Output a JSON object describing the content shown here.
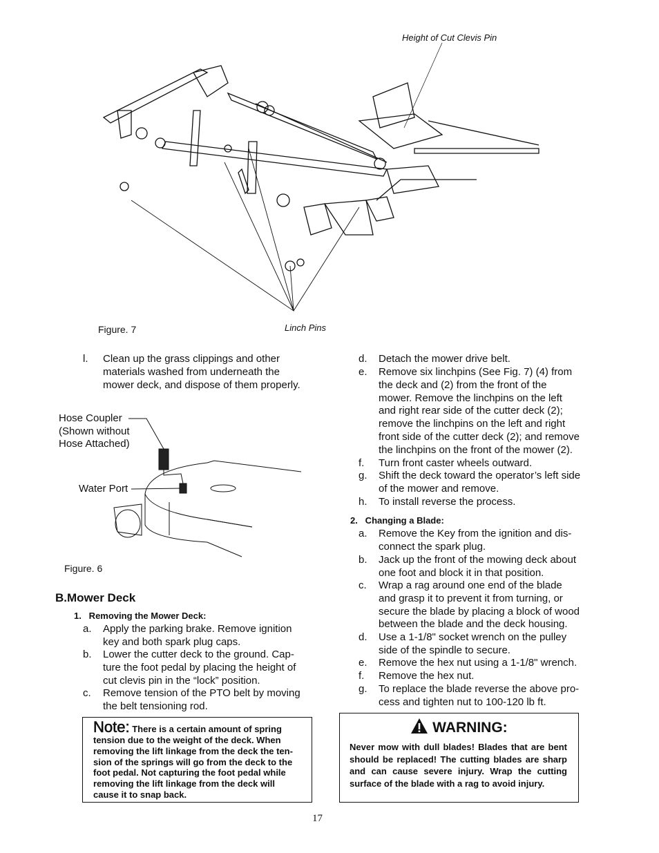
{
  "figure7": {
    "caption": "Figure. 7",
    "label_clevis": "Height of Cut Clevis Pin",
    "label_linch": "Linch Pins"
  },
  "figure6": {
    "caption": "Figure. 6",
    "label_coupler": "Hose Coupler\n(Shown without\nHose Attached)",
    "label_port": "Water Port"
  },
  "left_top_item": {
    "letter": "l.",
    "text": "Clean up the grass clippings and other\nmaterials washed from underneath the\nmower deck, and dispose of them properly."
  },
  "section_b": {
    "heading": "B.Mower Deck",
    "sub1": "1.   Removing the Mower Deck:",
    "items1": [
      {
        "letter": "a.",
        "text": "Apply the parking brake. Remove ignition\nkey and both spark plug caps."
      },
      {
        "letter": "b.",
        "text": "Lower the cutter deck to the ground. Cap-\nture the foot pedal by placing the height of\ncut clevis pin in the “lock” position."
      },
      {
        "letter": "c.",
        "text": "Remove tension of the PTO belt by moving\nthe belt tensioning rod."
      }
    ],
    "items1_cont": [
      {
        "letter": "d.",
        "text": "Detach the mower drive belt."
      },
      {
        "letter": "e.",
        "text": "Remove six linchpins (See Fig. 7) (4) from\nthe deck and (2) from the front of the\nmower. Remove the linchpins on the left\nand right rear side of the cutter deck (2);\nremove the linchpins on the left and right\nfront side of the cutter deck (2); and remove\nthe linchpins on the front of the mower (2)."
      },
      {
        "letter": "f.",
        "text": "Turn front caster wheels outward."
      },
      {
        "letter": "g.",
        "text": "Shift the deck toward the operator’s left side\nof the mower and remove."
      },
      {
        "letter": "h.",
        "text": "To install reverse the process."
      }
    ],
    "sub2": "2.   Changing a Blade:",
    "items2": [
      {
        "letter": "a.",
        "text": "Remove the Key from the ignition and dis-\nconnect the spark plug."
      },
      {
        "letter": "b.",
        "text": "Jack up the front of the mowing deck about\none foot and block it in that position."
      },
      {
        "letter": "c.",
        "text": "Wrap a rag around one end of the blade\nand grasp it to prevent it from turning, or\nsecure the blade by placing a block of wood\nbetween the blade and the deck housing."
      },
      {
        "letter": "d.",
        "text": "Use a 1-1/8\" socket wrench on the pulley\nside of the spindle to secure."
      },
      {
        "letter": "e.",
        "text": "Remove the hex nut using a 1-1/8\" wrench."
      },
      {
        "letter": "f.",
        "text": "Remove the hex nut."
      },
      {
        "letter": "g.",
        "text": "To replace the blade reverse the above pro-\ncess and tighten nut to 100-120 lb ft."
      }
    ]
  },
  "note": {
    "title": "Note:",
    "first": "There is a certain amount of spring",
    "body": "tension due to the weight of the deck. When\nremoving the lift linkage from the deck the ten-\nsion of the springs will go from the deck to the\nfoot pedal. Not capturing the foot pedal while\nremoving the lift linkage from the deck will\ncause it to snap back."
  },
  "warning": {
    "icon": "warning-triangle-icon",
    "title": "WARNING:",
    "body": "Never mow with dull blades! Blades that are bent should be replaced! The cutting blades are sharp and can cause severe injury. Wrap the cutting surface of the blade with a rag to avoid injury."
  },
  "page_number": "17"
}
